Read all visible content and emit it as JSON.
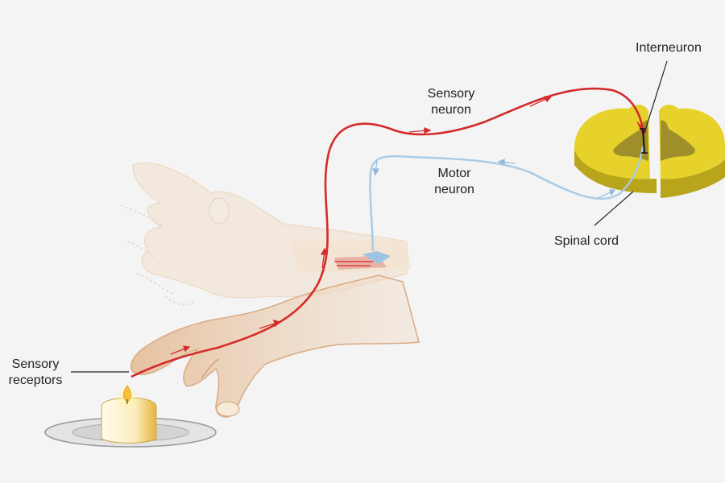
{
  "labels": {
    "interneuron": "Interneuron",
    "sensory_neuron": [
      "Sensory",
      "neuron"
    ],
    "motor_neuron": [
      "Motor",
      "neuron"
    ],
    "spinal_cord": "Spinal cord",
    "sensory_receptors": [
      "Sensory",
      "receptors"
    ]
  },
  "colors": {
    "sensory": "#d42a2a",
    "motor": "#a9cbe6",
    "spinal_cord": "#e6d22a",
    "spinal_cord_shadow": "#b8a51c",
    "skin": "#e9c7a5",
    "background": "#f4f4f4"
  }
}
